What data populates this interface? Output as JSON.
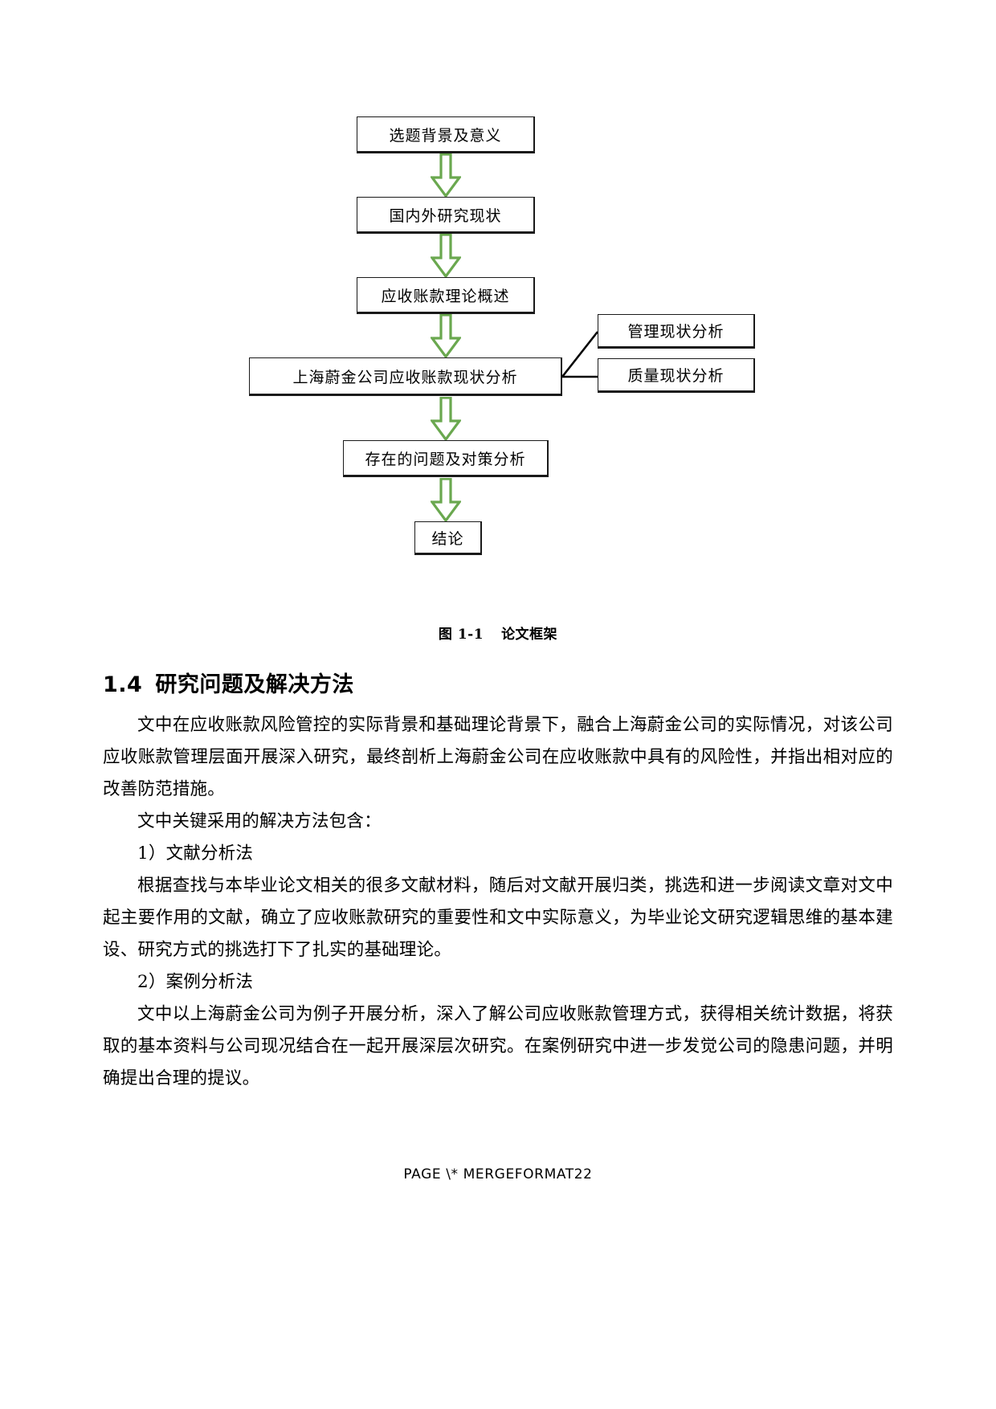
{
  "figure": {
    "caption_label": "图 1-1",
    "caption_title": "论文框架",
    "arrow_color": "#6aa84f",
    "box_border_color": "#1a1a1a",
    "nodes": [
      {
        "id": "n1",
        "label": "选题背景及意义"
      },
      {
        "id": "n2",
        "label": "国内外研究现状"
      },
      {
        "id": "n3",
        "label": "应收账款理论概述"
      },
      {
        "id": "n4",
        "label": "上海蔚金公司应收账款现状分析"
      },
      {
        "id": "n5",
        "label": "存在的问题及对策分析"
      },
      {
        "id": "n6",
        "label": "结论"
      },
      {
        "id": "b1",
        "label": "管理现状分析"
      },
      {
        "id": "b2",
        "label": "质量现状分析"
      }
    ]
  },
  "section": {
    "number": "1.4",
    "title": "研究问题及解决方法"
  },
  "paragraphs": [
    "文中在应收账款风险管控的实际背景和基础理论背景下，融合上海蔚金公司的实际情况，对该公司应收账款管理层面开展深入研究，最终剖析上海蔚金公司在应收账款中具有的风险性，并指出相对应的改善防范措施。",
    "文中关键采用的解决方法包含：",
    "1）文献分析法",
    "根据查找与本毕业论文相关的很多文献材料，随后对文献开展归类，挑选和进一步阅读文章对文中起主要作用的文献，确立了应收账款研究的重要性和文中实际意义，为毕业论文研究逻辑思维的基本建设、研究方式的挑选打下了扎实的基础理论。",
    "2）案例分析法",
    "文中以上海蔚金公司为例子开展分析，深入了解公司应收账款管理方式，获得相关统计数据，将获取的基本资料与公司现况结合在一起开展深层次研究。在案例研究中进一步发觉公司的隐患问题，并明确提出合理的提议。"
  ],
  "footer": {
    "text": "PAGE  \\* MERGEFORMAT22"
  }
}
